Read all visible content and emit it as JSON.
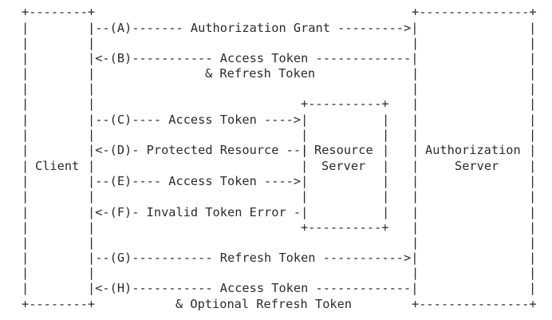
{
  "diagram": {
    "client": {
      "label": "Client"
    },
    "resource_server": {
      "label_line1": "Resource",
      "label_line2": "Server"
    },
    "authorization_server": {
      "label_line1": "Authorization",
      "label_line2": "Server"
    },
    "flows": {
      "a": {
        "ascii": "|--(A)------- Authorization Grant --------->|"
      },
      "b": {
        "ascii": "|<-(B)----------- Access Token -------------|",
        "continuation": "& Refresh Token"
      },
      "c": {
        "ascii": "|--(C)---- Access Token ---->|"
      },
      "d": {
        "ascii": "|<-(D)- Protected Resource --|"
      },
      "e": {
        "ascii": "|--(E)---- Access Token ---->|"
      },
      "f": {
        "ascii": "|<-(F)- Invalid Token Error -|"
      },
      "g": {
        "ascii": "|--(G)----------- Refresh Token ----------->|"
      },
      "h": {
        "ascii": "|<-(H)----------- Access Token -------------|",
        "continuation": "& Optional Refresh Token"
      }
    },
    "borders": {
      "client_corner": "+--------+",
      "auth_corner": "+---------------+",
      "resource_corner": "+----------+",
      "bar": "|"
    }
  }
}
